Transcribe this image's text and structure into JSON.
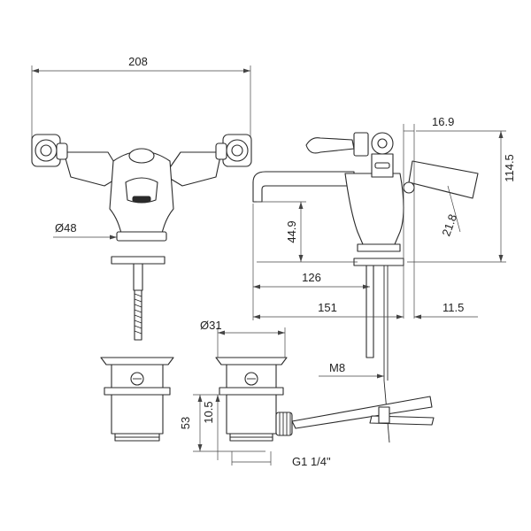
{
  "dimensions": {
    "overall_width": "208",
    "body_diameter": "Ø48",
    "spout_projection": "126",
    "base_to_spout_height": "44.9",
    "handle_offset": "16.9",
    "total_height": "114.5",
    "handle_angle_dim": "21.8",
    "overall_reach": "151",
    "pullrod_offset": "11.5",
    "waste_diameter": "Ø31",
    "thread_rod": "M8",
    "waste_height": "53",
    "waste_flange": "10.5",
    "waste_thread": "G1 1/4\""
  }
}
